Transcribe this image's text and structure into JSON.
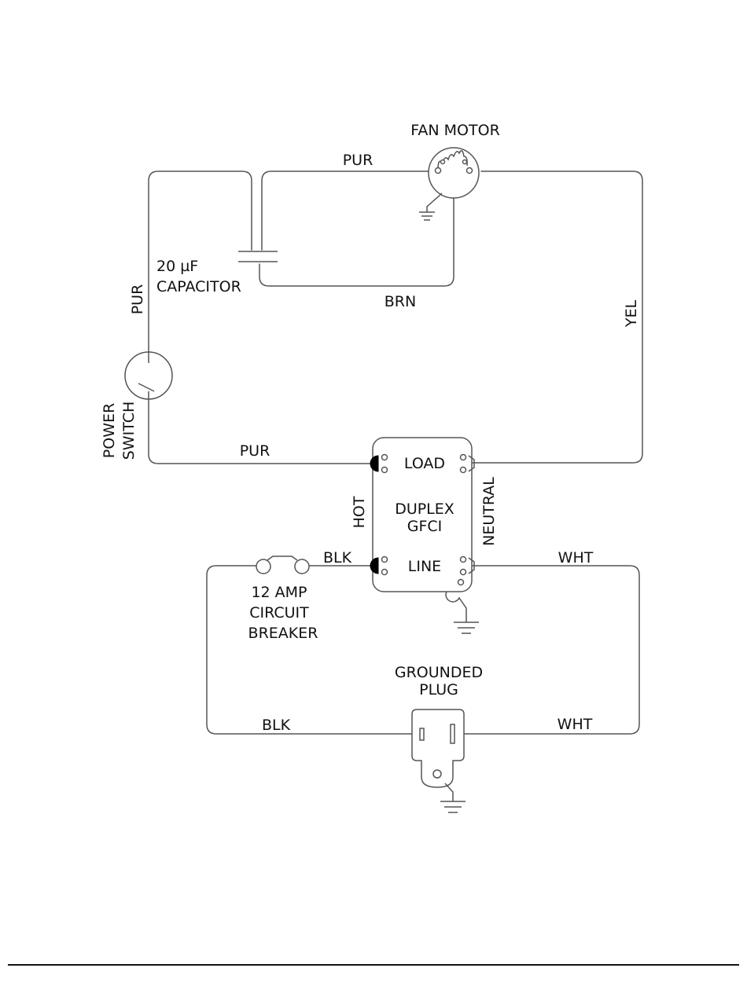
{
  "components": {
    "fan_motor": "FAN MOTOR",
    "capacitor": [
      "20 µF",
      "CAPACITOR"
    ],
    "power_switch": [
      "POWER",
      "SWITCH"
    ],
    "gfci": [
      "DUPLEX",
      "GFCI"
    ],
    "gfci_load": "LOAD",
    "gfci_line": "LINE",
    "gfci_hot": "HOT",
    "gfci_neutral": "NEUTRAL",
    "circuit_breaker": [
      "12 AMP",
      "CIRCUIT",
      "BREAKER"
    ],
    "plug": [
      "GROUNDED",
      "PLUG"
    ]
  },
  "wires": {
    "pur_top": "PUR",
    "pur_left": "PUR",
    "pur_bottom": "PUR",
    "brn": "BRN",
    "yel": "YEL",
    "blk_breaker": "BLK",
    "blk_bottom": "BLK",
    "wht_line": "WHT",
    "wht_bottom": "WHT"
  },
  "colors": {
    "wire": "#555555",
    "text": "#111111",
    "background": "#ffffff"
  }
}
